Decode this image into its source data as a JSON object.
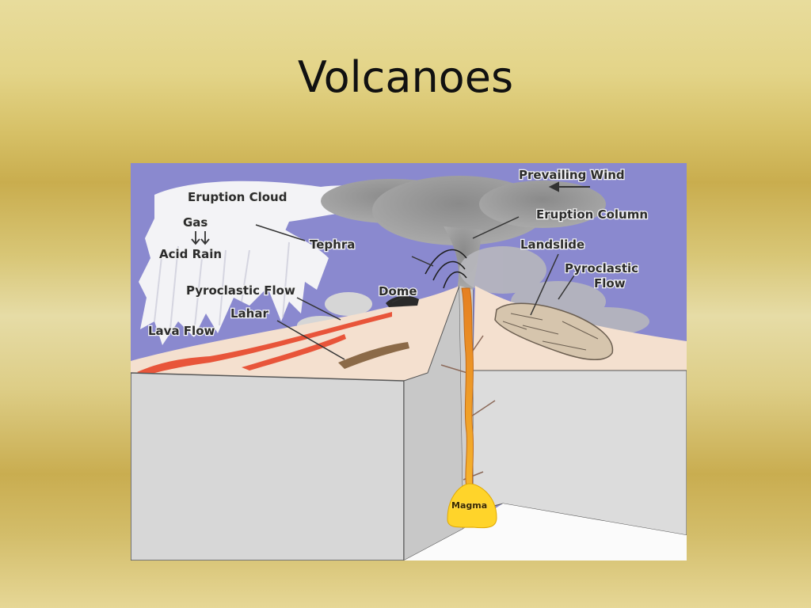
{
  "slide": {
    "title": "Volcanoes"
  },
  "diagram": {
    "labels": {
      "prevailing_wind": "Prevailing Wind",
      "eruption_cloud": "Eruption Cloud",
      "eruption_column": "Eruption Column",
      "gas": "Gas",
      "acid_rain": "Acid Rain",
      "tephra": "Tephra",
      "landslide": "Landslide",
      "pyroclastic_flow_right_line1": "Pyroclastic",
      "pyroclastic_flow_right_line2": "Flow",
      "pyroclastic_flow_left": "Pyroclastic Flow",
      "dome": "Dome",
      "lahar": "Lahar",
      "lava_flow": "Lava Flow",
      "magma": "Magma"
    },
    "colors": {
      "sky": "#8a89cf",
      "rock": "#d9d9d9",
      "ground": "#f4e0cf",
      "magma": "#f4a62a",
      "lava": "#e8553a",
      "smoke": "#8c8c8c"
    }
  }
}
